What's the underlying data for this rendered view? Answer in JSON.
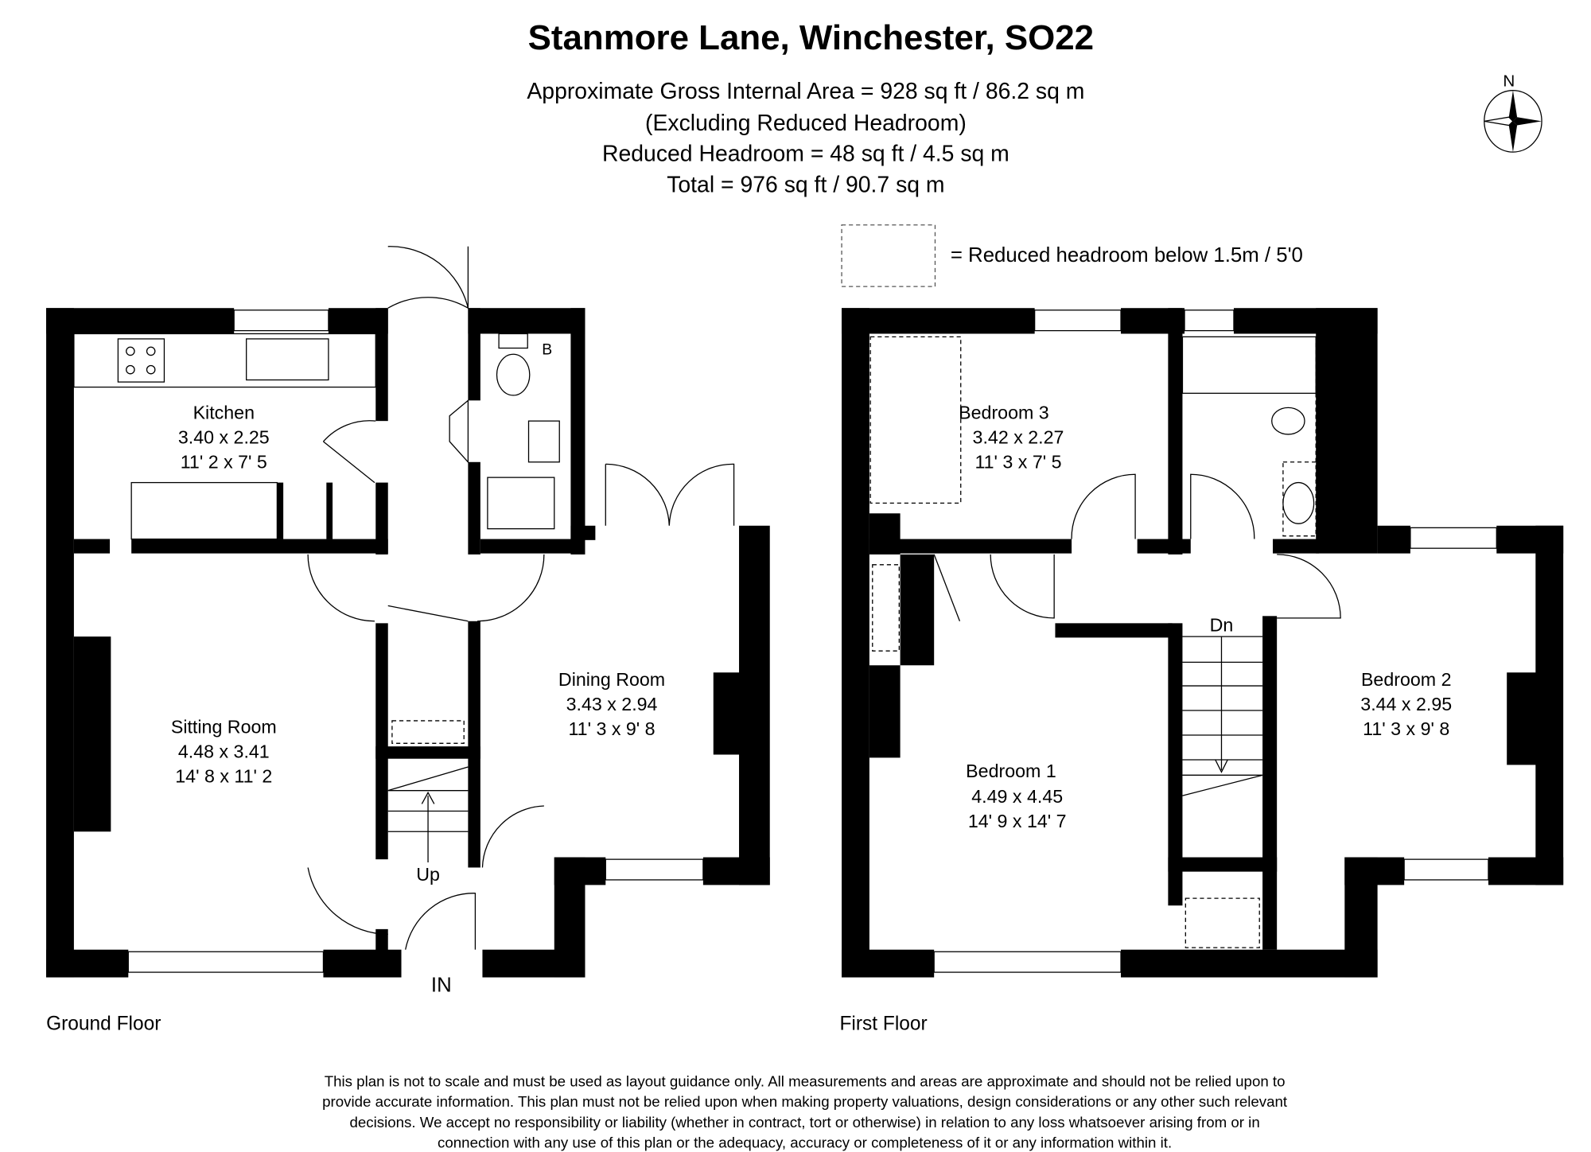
{
  "header": {
    "title": "Stanmore Lane, Winchester, SO22",
    "area_lines": [
      "Approximate Gross Internal Area = 928 sq ft / 86.2 sq m",
      "(Excluding Reduced Headroom)",
      "Reduced Headroom = 48 sq ft / 4.5 sq m",
      "Total = 976 sq ft / 90.7 sq m"
    ]
  },
  "compass": {
    "label": "N",
    "icon": "compass-rose-icon"
  },
  "legend": {
    "text": "= Reduced headroom below 1.5m / 5'0"
  },
  "ground_floor": {
    "label": "Ground Floor",
    "rooms": [
      {
        "name": "Kitchen",
        "metric": "3.40 x 2.25",
        "imperial": "11' 2 x 7' 5"
      },
      {
        "name": "Sitting Room",
        "metric": "4.48 x 3.41",
        "imperial": "14' 8 x 11' 2"
      },
      {
        "name": "Dining Room",
        "metric": "3.43 x 2.94",
        "imperial": "11' 3 x 9' 8"
      }
    ],
    "stairs_label": "Up",
    "entrance_label": "IN",
    "boiler_label": "B"
  },
  "first_floor": {
    "label": "First Floor",
    "rooms": [
      {
        "name": "Bedroom 3",
        "metric": "3.42 x 2.27",
        "imperial": "11' 3 x 7' 5"
      },
      {
        "name": "Bedroom 1",
        "metric": "4.49 x 4.45",
        "imperial": "14' 9 x 14' 7"
      },
      {
        "name": "Bedroom 2",
        "metric": "3.44 x 2.95",
        "imperial": "11' 3 x 9' 8"
      }
    ],
    "stairs_label": "Dn"
  },
  "disclaimer": [
    "This plan is not to scale and must be used as layout guidance only. All measurements and areas are approximate and should not be relied upon to",
    "provide accurate information. This plan must not be relied upon when making property valuations, design considerations or any other such relevant",
    "decisions. We accept no responsibility or liability (whether in contract, tort or otherwise) in relation to any loss whatsoever arising from or in",
    "connection with any use of this plan or the adequacy, accuracy or completeness of it or any information within it."
  ]
}
